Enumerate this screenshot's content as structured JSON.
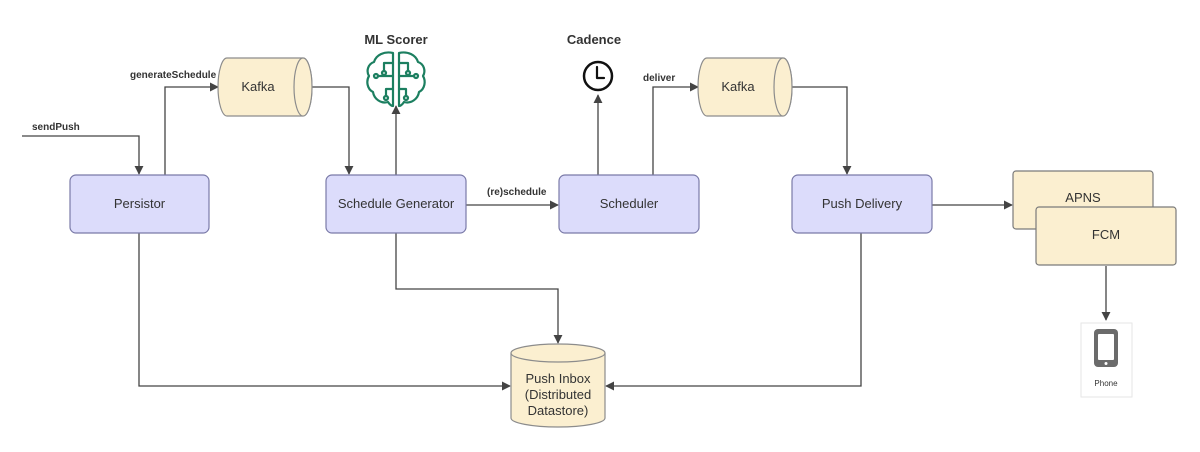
{
  "nodes": {
    "persistor": "Persistor",
    "kafka_1": "Kafka",
    "schedule_generator": "Schedule Generator",
    "scheduler": "Scheduler",
    "kafka_2": "Kafka",
    "push_delivery": "Push Delivery",
    "apns": "APNS",
    "fcm": "FCM",
    "push_inbox": [
      "Push Inbox",
      "(Distributed",
      "Datastore)"
    ],
    "phone": "Phone"
  },
  "headings": {
    "ml_scorer": "ML Scorer",
    "cadence": "Cadence"
  },
  "edge_labels": {
    "send_push": "sendPush",
    "generate_schedule": "generateSchedule",
    "reschedule": "(re)schedule",
    "deliver": "deliver"
  },
  "icons": {
    "ml_scorer": "brain-circuit-icon",
    "cadence": "clock-icon",
    "phone": "smartphone-icon"
  },
  "colors": {
    "service_fill": "#dcdcfb",
    "service_stroke": "#7a7aa8",
    "store_fill": "#fbefd0",
    "store_stroke": "#8c8c8c",
    "ml_icon": "#1c7f60",
    "line": "#444444"
  }
}
